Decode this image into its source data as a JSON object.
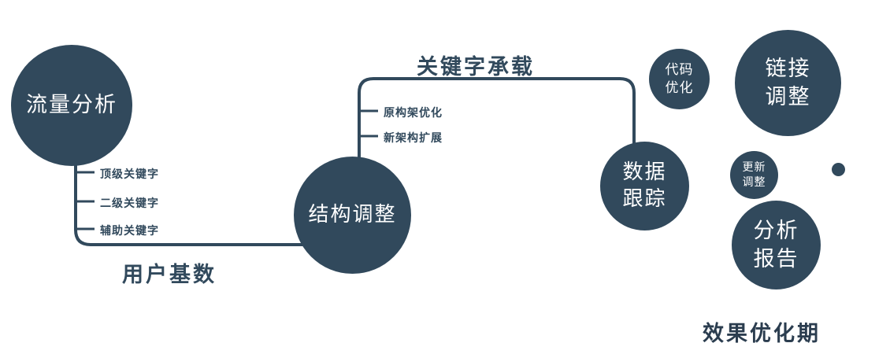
{
  "colors": {
    "primary": "#31495c",
    "node_text": "#ffffff",
    "label_text": "#31495c",
    "footer_text": "#2b3d4f"
  },
  "nodes": {
    "traffic": {
      "lines": [
        "流量分析"
      ]
    },
    "structure": {
      "lines": [
        "结构调整"
      ]
    },
    "tracking": {
      "lines": [
        "数据",
        "跟踪"
      ]
    },
    "code": {
      "lines": [
        "代码",
        "优化"
      ]
    },
    "link": {
      "lines": [
        "链接",
        "调整"
      ]
    },
    "update": {
      "lines": [
        "更新",
        "调整"
      ]
    },
    "report": {
      "lines": [
        "分析",
        "报告"
      ]
    }
  },
  "edge_labels": {
    "user_base": "用户基数",
    "keyword_carry": "关键字承载"
  },
  "branch_labels": {
    "traffic": [
      "顶级关键字",
      "二级关键字",
      "辅助关键字"
    ],
    "structure": [
      "原构架优化",
      "新架构扩展"
    ]
  },
  "footer": "效果优化期"
}
